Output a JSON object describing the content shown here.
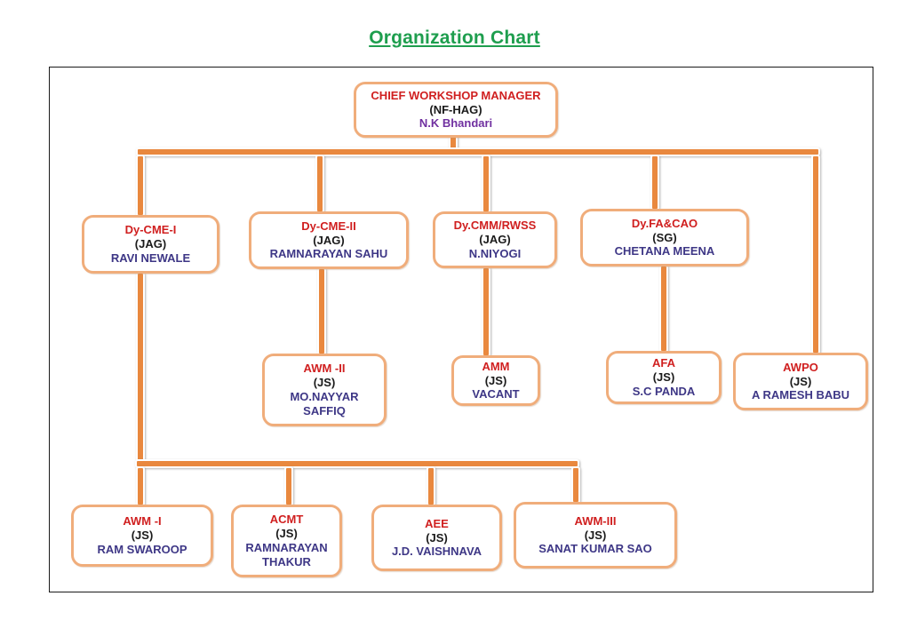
{
  "page": {
    "title": "Organization Chart"
  },
  "colors": {
    "title_green": "#1E9E4E",
    "connector": "#E9883E",
    "box_border": "#F0AD7B",
    "role_red": "#D02020",
    "grade_black": "#1a1a1a",
    "name_navy": "#3E3786",
    "name_purple": "#7030A0"
  },
  "org": {
    "boxes": [
      {
        "id": "chief-workshop-manager",
        "role": "CHIEF WORKSHOP MANAGER",
        "grade": "(NF-HAG)",
        "name": "N.K Bhandari",
        "reports_to": null
      },
      {
        "id": "dy-cme-i",
        "role": "Dy-CME-I",
        "grade": "(JAG)",
        "name": "RAVI NEWALE",
        "reports_to": "CHIEF WORKSHOP MANAGER"
      },
      {
        "id": "dy-cme-ii",
        "role": "Dy-CME-II",
        "grade": "(JAG)",
        "name": "RAMNARAYAN SAHU",
        "reports_to": "CHIEF WORKSHOP MANAGER"
      },
      {
        "id": "dy-cmm-rwss",
        "role": "Dy.CMM/RWSS",
        "grade": "(JAG)",
        "name": "N.NIYOGI",
        "reports_to": "CHIEF WORKSHOP MANAGER"
      },
      {
        "id": "dy-fa-cao",
        "role": "Dy.FA&CAO",
        "grade": "(SG)",
        "name": "CHETANA MEENA",
        "reports_to": "CHIEF WORKSHOP MANAGER"
      },
      {
        "id": "awm-ii",
        "role": "AWM -II",
        "grade": "(JS)",
        "name": "MO.NAYYAR SAFFIQ",
        "reports_to": "Dy-CME-II"
      },
      {
        "id": "amm",
        "role": "AMM",
        "grade": "(JS)",
        "name": "VACANT",
        "reports_to": "Dy.CMM/RWSS"
      },
      {
        "id": "afa",
        "role": "AFA",
        "grade": "(JS)",
        "name": "S.C PANDA",
        "reports_to": "Dy.FA&CAO"
      },
      {
        "id": "awpo",
        "role": "AWPO",
        "grade": "(JS)",
        "name": "A RAMESH BABU",
        "reports_to": "CHIEF WORKSHOP MANAGER"
      },
      {
        "id": "awm-i",
        "role": "AWM -I",
        "grade": "(JS)",
        "name": "RAM SWAROOP",
        "reports_to": "Dy-CME-I"
      },
      {
        "id": "acmt",
        "role": "ACMT",
        "grade": "(JS)",
        "name": "RAMNARAYAN THAKUR",
        "reports_to": "Dy-CME-I"
      },
      {
        "id": "aee",
        "role": "AEE",
        "grade": "(JS)",
        "name": "J.D. VAISHNAVA",
        "reports_to": "Dy-CME-I"
      },
      {
        "id": "awm-iii",
        "role": "AWM-III",
        "grade": "(JS)",
        "name": "SANAT KUMAR SAO",
        "reports_to": "Dy-CME-I"
      }
    ]
  }
}
